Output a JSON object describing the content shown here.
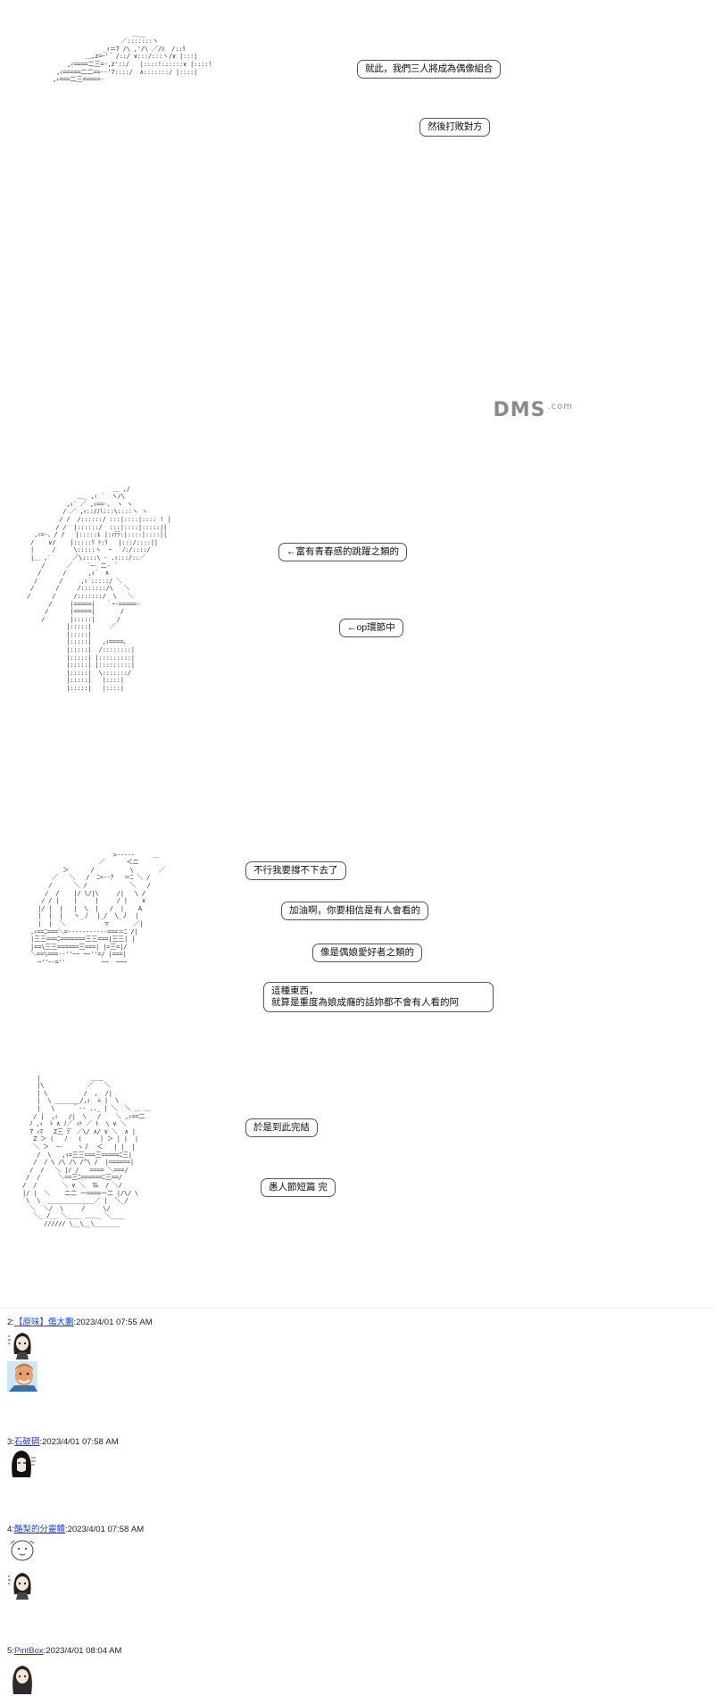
{
  "panels": [
    {
      "bubbles": [
        {
          "lines": [
            "就此，我們三人將成為偶像組合"
          ]
        },
        {
          "lines": [
            "然後打敗對方"
          ]
        }
      ]
    },
    {
      "bubbles": [
        {
          "lines": [
            "←富有青春感的跳躍之類的"
          ]
        },
        {
          "lines": [
            "←op環節中"
          ]
        }
      ]
    },
    {
      "bubbles": [
        {
          "lines": [
            "不行我要撐不下去了"
          ]
        },
        {
          "lines": [
            "加油啊，你要相信是有人會看的"
          ]
        },
        {
          "lines": [
            "像是偶娘愛好者之類的"
          ]
        },
        {
          "lines": [
            "這種東西，",
            "就算是重度為娘成癮的話妳都不會有人看的阿"
          ]
        }
      ]
    },
    {
      "bubbles": [
        {
          "lines": [
            "於是到此完結"
          ]
        },
        {
          "lines": [
            "愚人節短篇 完"
          ]
        }
      ]
    }
  ],
  "posts": [
    {
      "number": "2:",
      "name": "【原味】傷大鵬",
      "timestamp": ":2023/4/01 07:55 AM"
    },
    {
      "number": "3:",
      "name": "石破碉",
      "timestamp": ":2023/4/01 07:58 AM"
    },
    {
      "number": "4:",
      "name": "酪梨的分靈體",
      "timestamp": ":2023/4/01 07:58 AM"
    },
    {
      "number": "5:",
      "name": "PintBox",
      "timestamp": ":2023/4/01 08:04 AM"
    }
  ],
  "watermark": {
    "brand": "DMS",
    "suffix": ".com"
  }
}
